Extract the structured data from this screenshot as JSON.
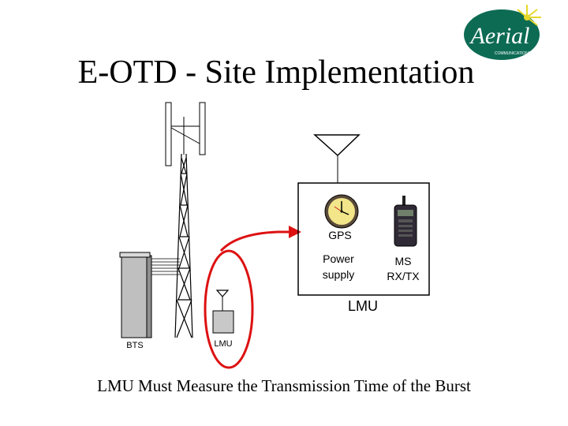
{
  "title": "E-OTD - Site Implementation",
  "caption": "LMU Must Measure the Transmission Time of the Burst",
  "labels": {
    "gps": "GPS",
    "power_supply_line1": "Power",
    "power_supply_line2": "supply",
    "ms_line1": "MS",
    "ms_line2": "RX/TX",
    "lmu_box": "LMU",
    "bts": "BTS",
    "lmu_small": "LMU"
  },
  "logo": {
    "text": "Aerial",
    "subtext": "COMMUNICATIONS"
  },
  "colors": {
    "logo_green": "#0d6b54",
    "logo_yellow": "#e6d82a",
    "highlight_red": "#dd1111",
    "clock_face": "#f2e58a",
    "bts_gray": "#bfbfbf",
    "equipment_gray": "#c8c8c8"
  },
  "icons": [
    "aerial-logo",
    "antenna-icon",
    "clock-icon",
    "mobile-phone-icon",
    "transmission-tower",
    "bts-cabinet"
  ]
}
